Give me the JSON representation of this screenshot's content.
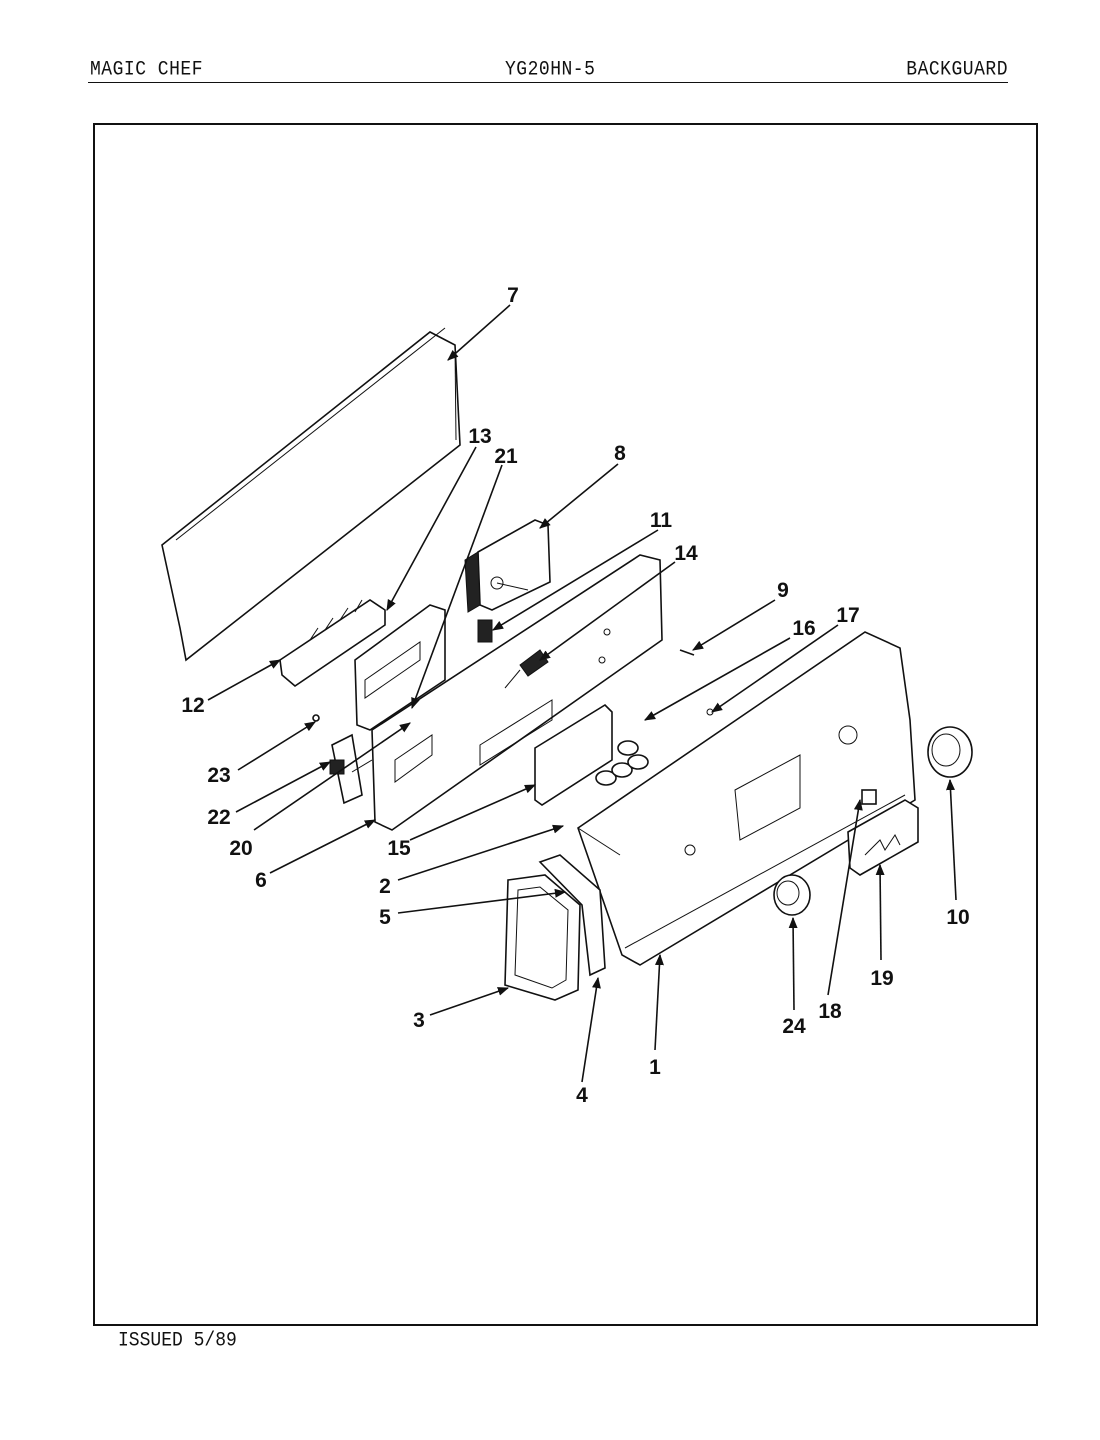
{
  "header": {
    "brand": "MAGIC CHEF",
    "model": "YG20HN-5",
    "section": "BACKGUARD"
  },
  "footer": {
    "issued": "ISSUED 5/89"
  },
  "callouts": [
    "7",
    "13",
    "21",
    "8",
    "11",
    "14",
    "9",
    "16",
    "17",
    "12",
    "23",
    "22",
    "20",
    "6",
    "15",
    "2",
    "5",
    "3",
    "4",
    "1",
    "24",
    "18",
    "19",
    "10"
  ]
}
